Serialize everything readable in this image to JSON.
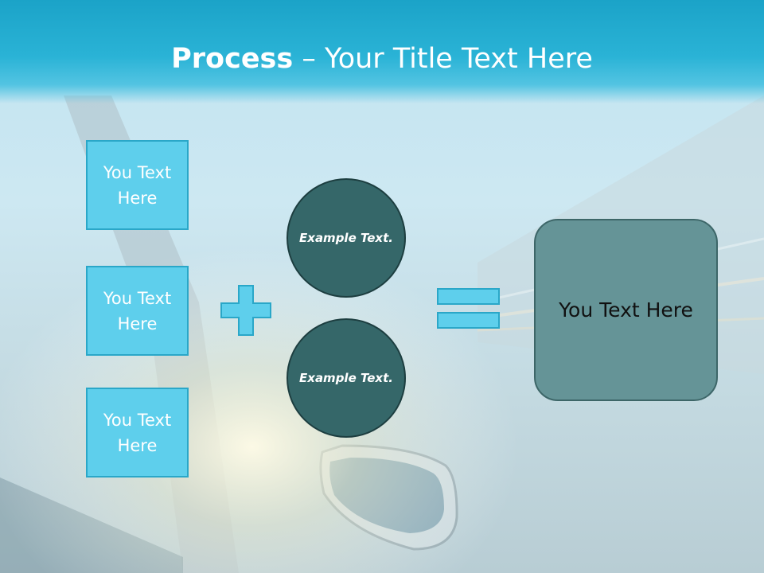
{
  "title": {
    "bold": "Process",
    "sep": " – ",
    "rest": "Your Title Text Here"
  },
  "left_boxes": [
    {
      "label": "You Text Here"
    },
    {
      "label": "You Text Here"
    },
    {
      "label": "You Text Here"
    }
  ],
  "circles": [
    {
      "label": "Example Text."
    },
    {
      "label": "Example Text."
    }
  ],
  "result": {
    "label": "You Text Here"
  },
  "colors": {
    "header": "#1ba3c8",
    "box_fill": "#5ecfec",
    "box_border": "#2aa7c8",
    "circle_fill": "#356769",
    "result_fill": "#659497"
  },
  "icons": {
    "plus": "plus-icon",
    "equals": "equals-icon"
  }
}
